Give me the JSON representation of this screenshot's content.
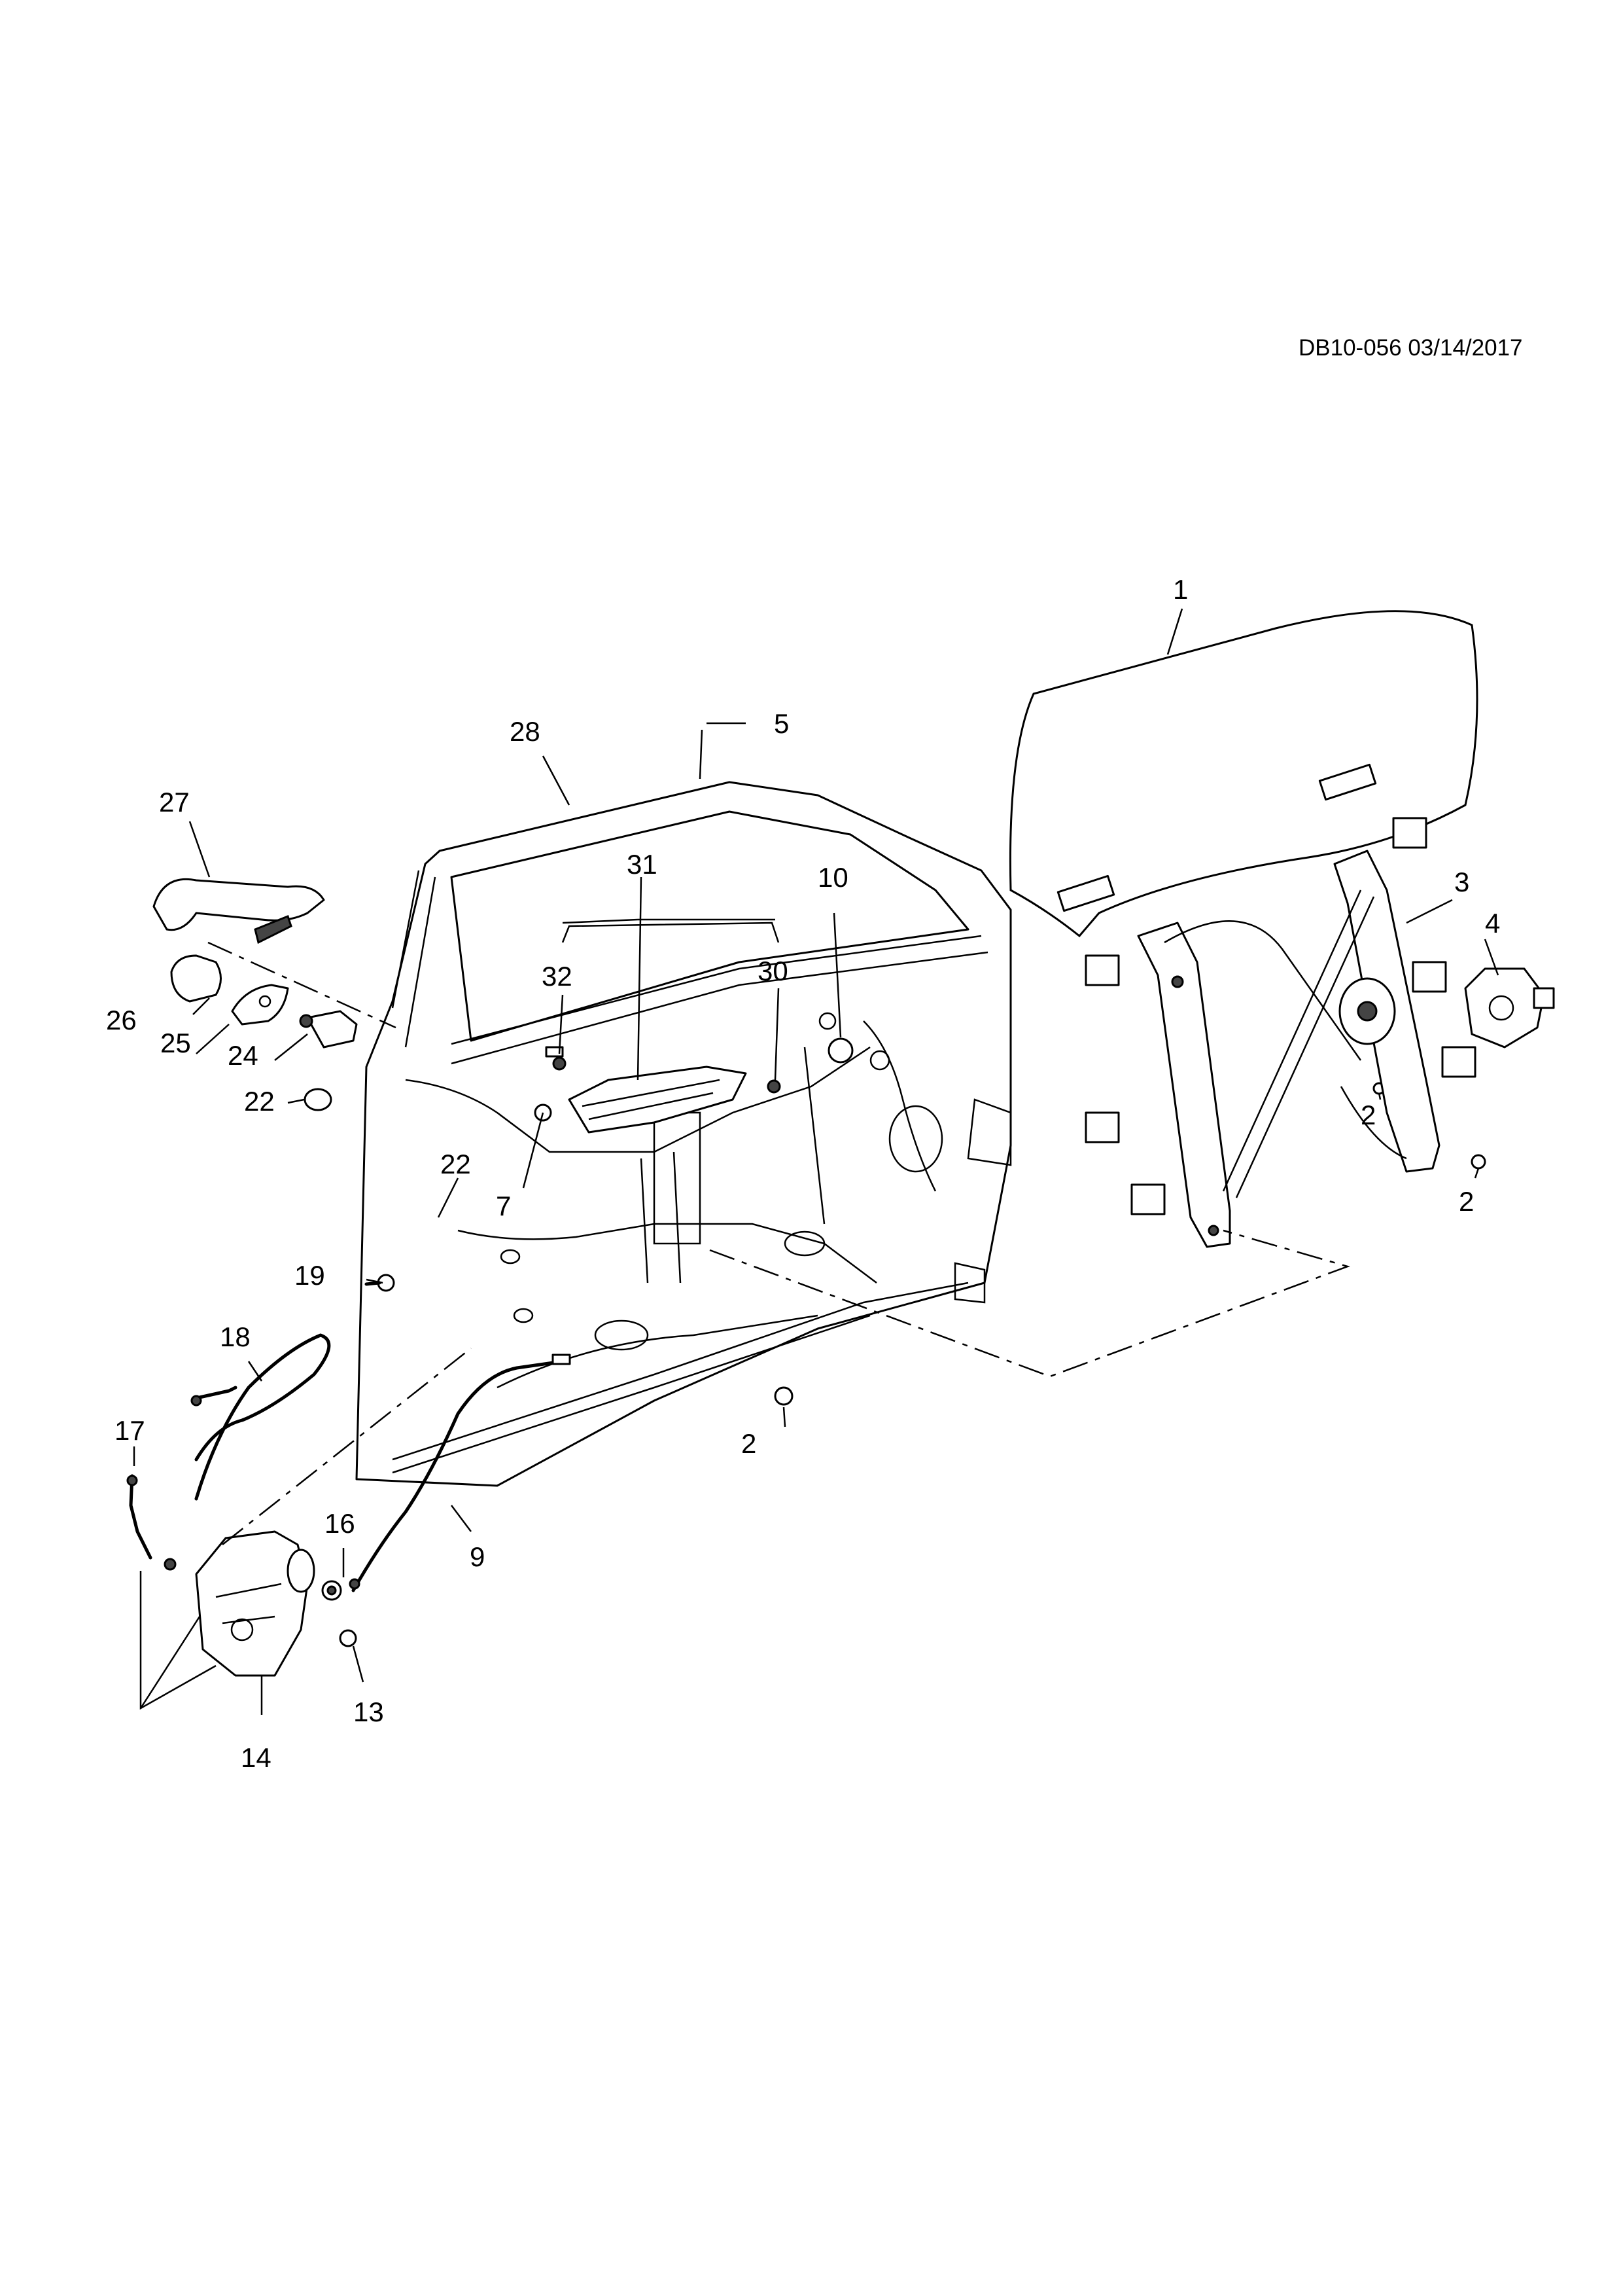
{
  "diagram": {
    "document_ref": "DB10-056 03/14/2017",
    "callouts": [
      {
        "id": "c1",
        "label": "1"
      },
      {
        "id": "c2a",
        "label": "2"
      },
      {
        "id": "c2b",
        "label": "2"
      },
      {
        "id": "c2c",
        "label": "2"
      },
      {
        "id": "c3",
        "label": "3"
      },
      {
        "id": "c4",
        "label": "4"
      },
      {
        "id": "c5",
        "label": "5"
      },
      {
        "id": "c7",
        "label": "7"
      },
      {
        "id": "c9",
        "label": "9"
      },
      {
        "id": "c10",
        "label": "10"
      },
      {
        "id": "c13",
        "label": "13"
      },
      {
        "id": "c14",
        "label": "14"
      },
      {
        "id": "c16",
        "label": "16"
      },
      {
        "id": "c17",
        "label": "17"
      },
      {
        "id": "c18",
        "label": "18"
      },
      {
        "id": "c19",
        "label": "19"
      },
      {
        "id": "c22a",
        "label": "22"
      },
      {
        "id": "c22b",
        "label": "22"
      },
      {
        "id": "c24",
        "label": "24"
      },
      {
        "id": "c25",
        "label": "25"
      },
      {
        "id": "c26",
        "label": "26"
      },
      {
        "id": "c27",
        "label": "27"
      },
      {
        "id": "c28",
        "label": "28"
      },
      {
        "id": "c30",
        "label": "30"
      },
      {
        "id": "c31",
        "label": "31"
      },
      {
        "id": "c32",
        "label": "32"
      }
    ]
  }
}
